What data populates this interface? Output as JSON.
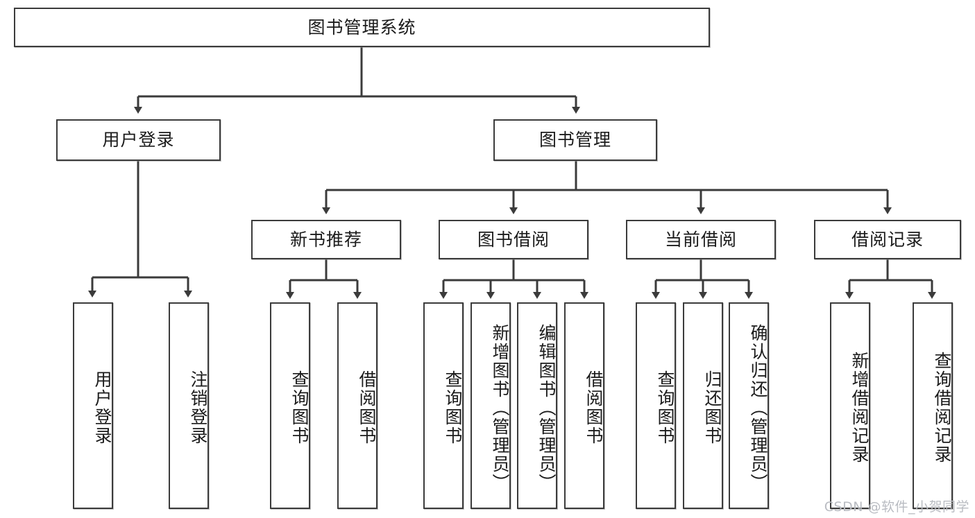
{
  "diagram": {
    "title": "图书管理系统",
    "type": "tree-hierarchy-diagram",
    "root": {
      "label": "图书管理系统"
    },
    "level2": [
      {
        "label": "用户登录"
      },
      {
        "label": "图书管理"
      }
    ],
    "level3": [
      {
        "label": "新书推荐"
      },
      {
        "label": "图书借阅"
      },
      {
        "label": "当前借阅"
      },
      {
        "label": "借阅记录"
      }
    ],
    "leaves": {
      "user_login": [
        {
          "label": "用户登录"
        },
        {
          "label": "注销登录"
        }
      ],
      "new_book_recommend": [
        {
          "label": "查询图书"
        },
        {
          "label": "借阅图书"
        }
      ],
      "book_borrow": [
        {
          "label": "查询图书"
        },
        {
          "label": "新增图书（管理员）"
        },
        {
          "label": "编辑图书（管理员）"
        },
        {
          "label": "借阅图书"
        }
      ],
      "current_borrow": [
        {
          "label": "查询图书"
        },
        {
          "label": "归还图书"
        },
        {
          "label": "确认归还（管理员）"
        }
      ],
      "borrow_record": [
        {
          "label": "新增借阅记录"
        },
        {
          "label": "查询借阅记录"
        }
      ]
    },
    "watermark": "CSDN @软件_小贺同学",
    "colors": {
      "stroke": "#3b3b3b",
      "text": "#1b1b1b",
      "background": "#ffffff",
      "watermark": "#b9bcc2"
    }
  }
}
